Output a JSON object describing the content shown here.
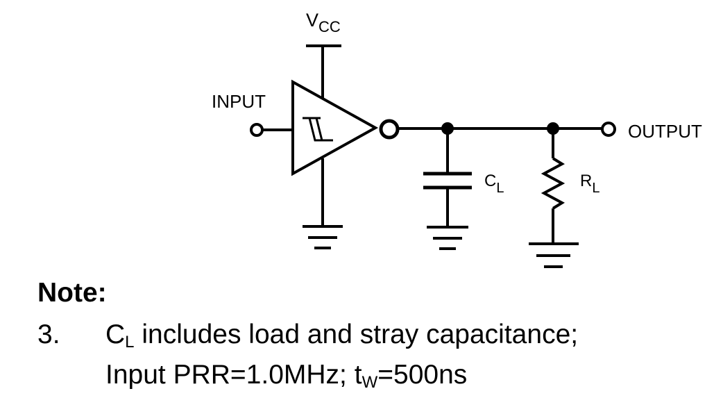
{
  "diagram": {
    "labels": {
      "vcc_main": "V",
      "vcc_sub": "CC",
      "input": "INPUT",
      "output": "OUTPUT",
      "cl_main": "C",
      "cl_sub": "L",
      "rl_main": "R",
      "rl_sub": "L"
    }
  },
  "note": {
    "heading": "Note:",
    "number": "3.",
    "line1_c": "C",
    "line1_sub": "L",
    "line1_rest": " includes load and stray capacitance;",
    "line2_start": "Input PRR=1.0MHz; t",
    "line2_sub": "W",
    "line2_end": "=500ns"
  }
}
